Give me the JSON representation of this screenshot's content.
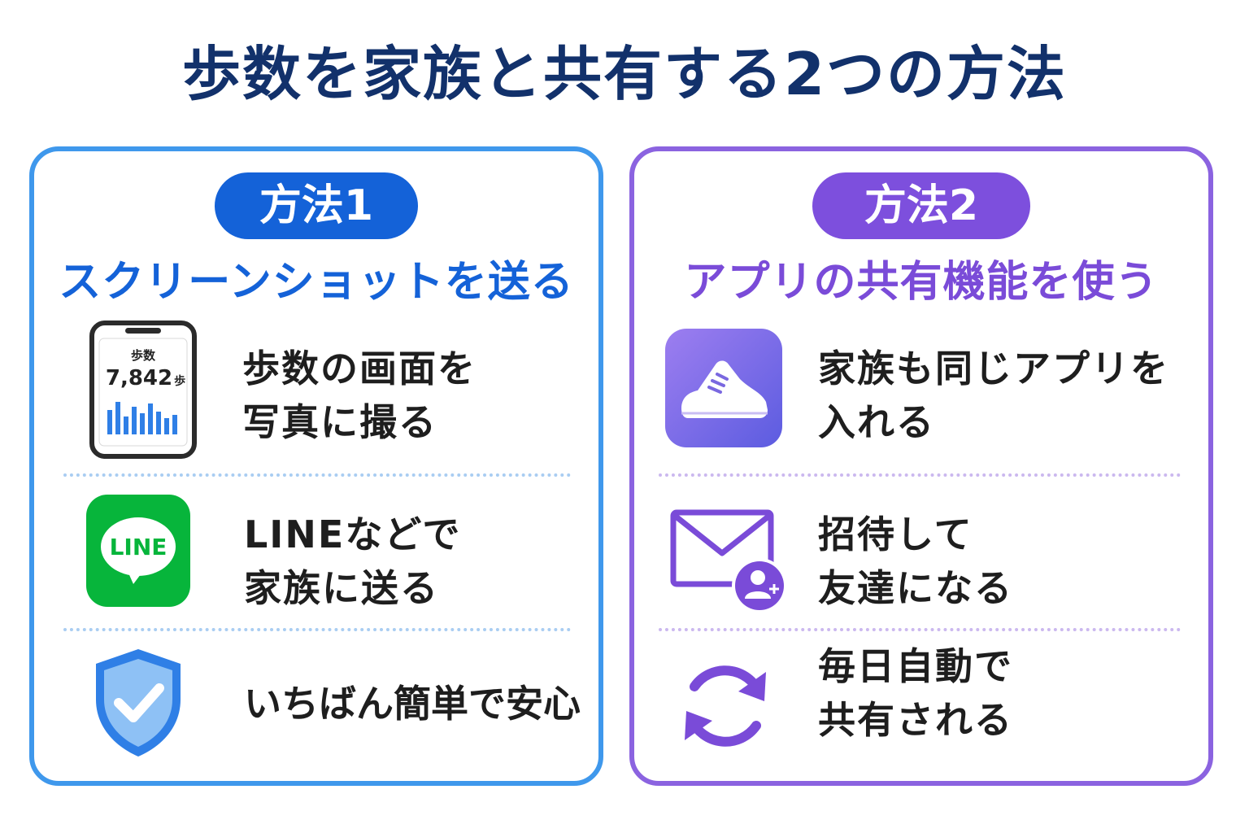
{
  "title": "歩数を家族と共有する2つの方法",
  "method1": {
    "badge": "方法1",
    "subtitle": "スクリーンショットを送る",
    "phone": {
      "label": "歩数",
      "value": "7,842",
      "unit": "歩"
    },
    "line_logo": "LINE",
    "items": [
      {
        "text": "歩数の画面を\n写真に撮る",
        "icon": "smartphone-icon"
      },
      {
        "text": "LINEなどで\n家族に送る",
        "icon": "line-app-icon"
      },
      {
        "text": "いちばん簡単で安心",
        "icon": "shield-check-icon"
      }
    ]
  },
  "method2": {
    "badge": "方法2",
    "subtitle": "アプリの共有機能を使う",
    "items": [
      {
        "text": "家族も同じアプリを\n入れる",
        "icon": "shoe-app-icon"
      },
      {
        "text": "招待して\n友達になる",
        "icon": "invite-mail-icon"
      },
      {
        "text": "毎日自動で\n共有される",
        "icon": "sync-icon"
      }
    ]
  },
  "colors": {
    "title": "#12316b",
    "method1_accent": "#1462d8",
    "method2_accent": "#7d4fdd",
    "line_green": "#07b53b"
  }
}
